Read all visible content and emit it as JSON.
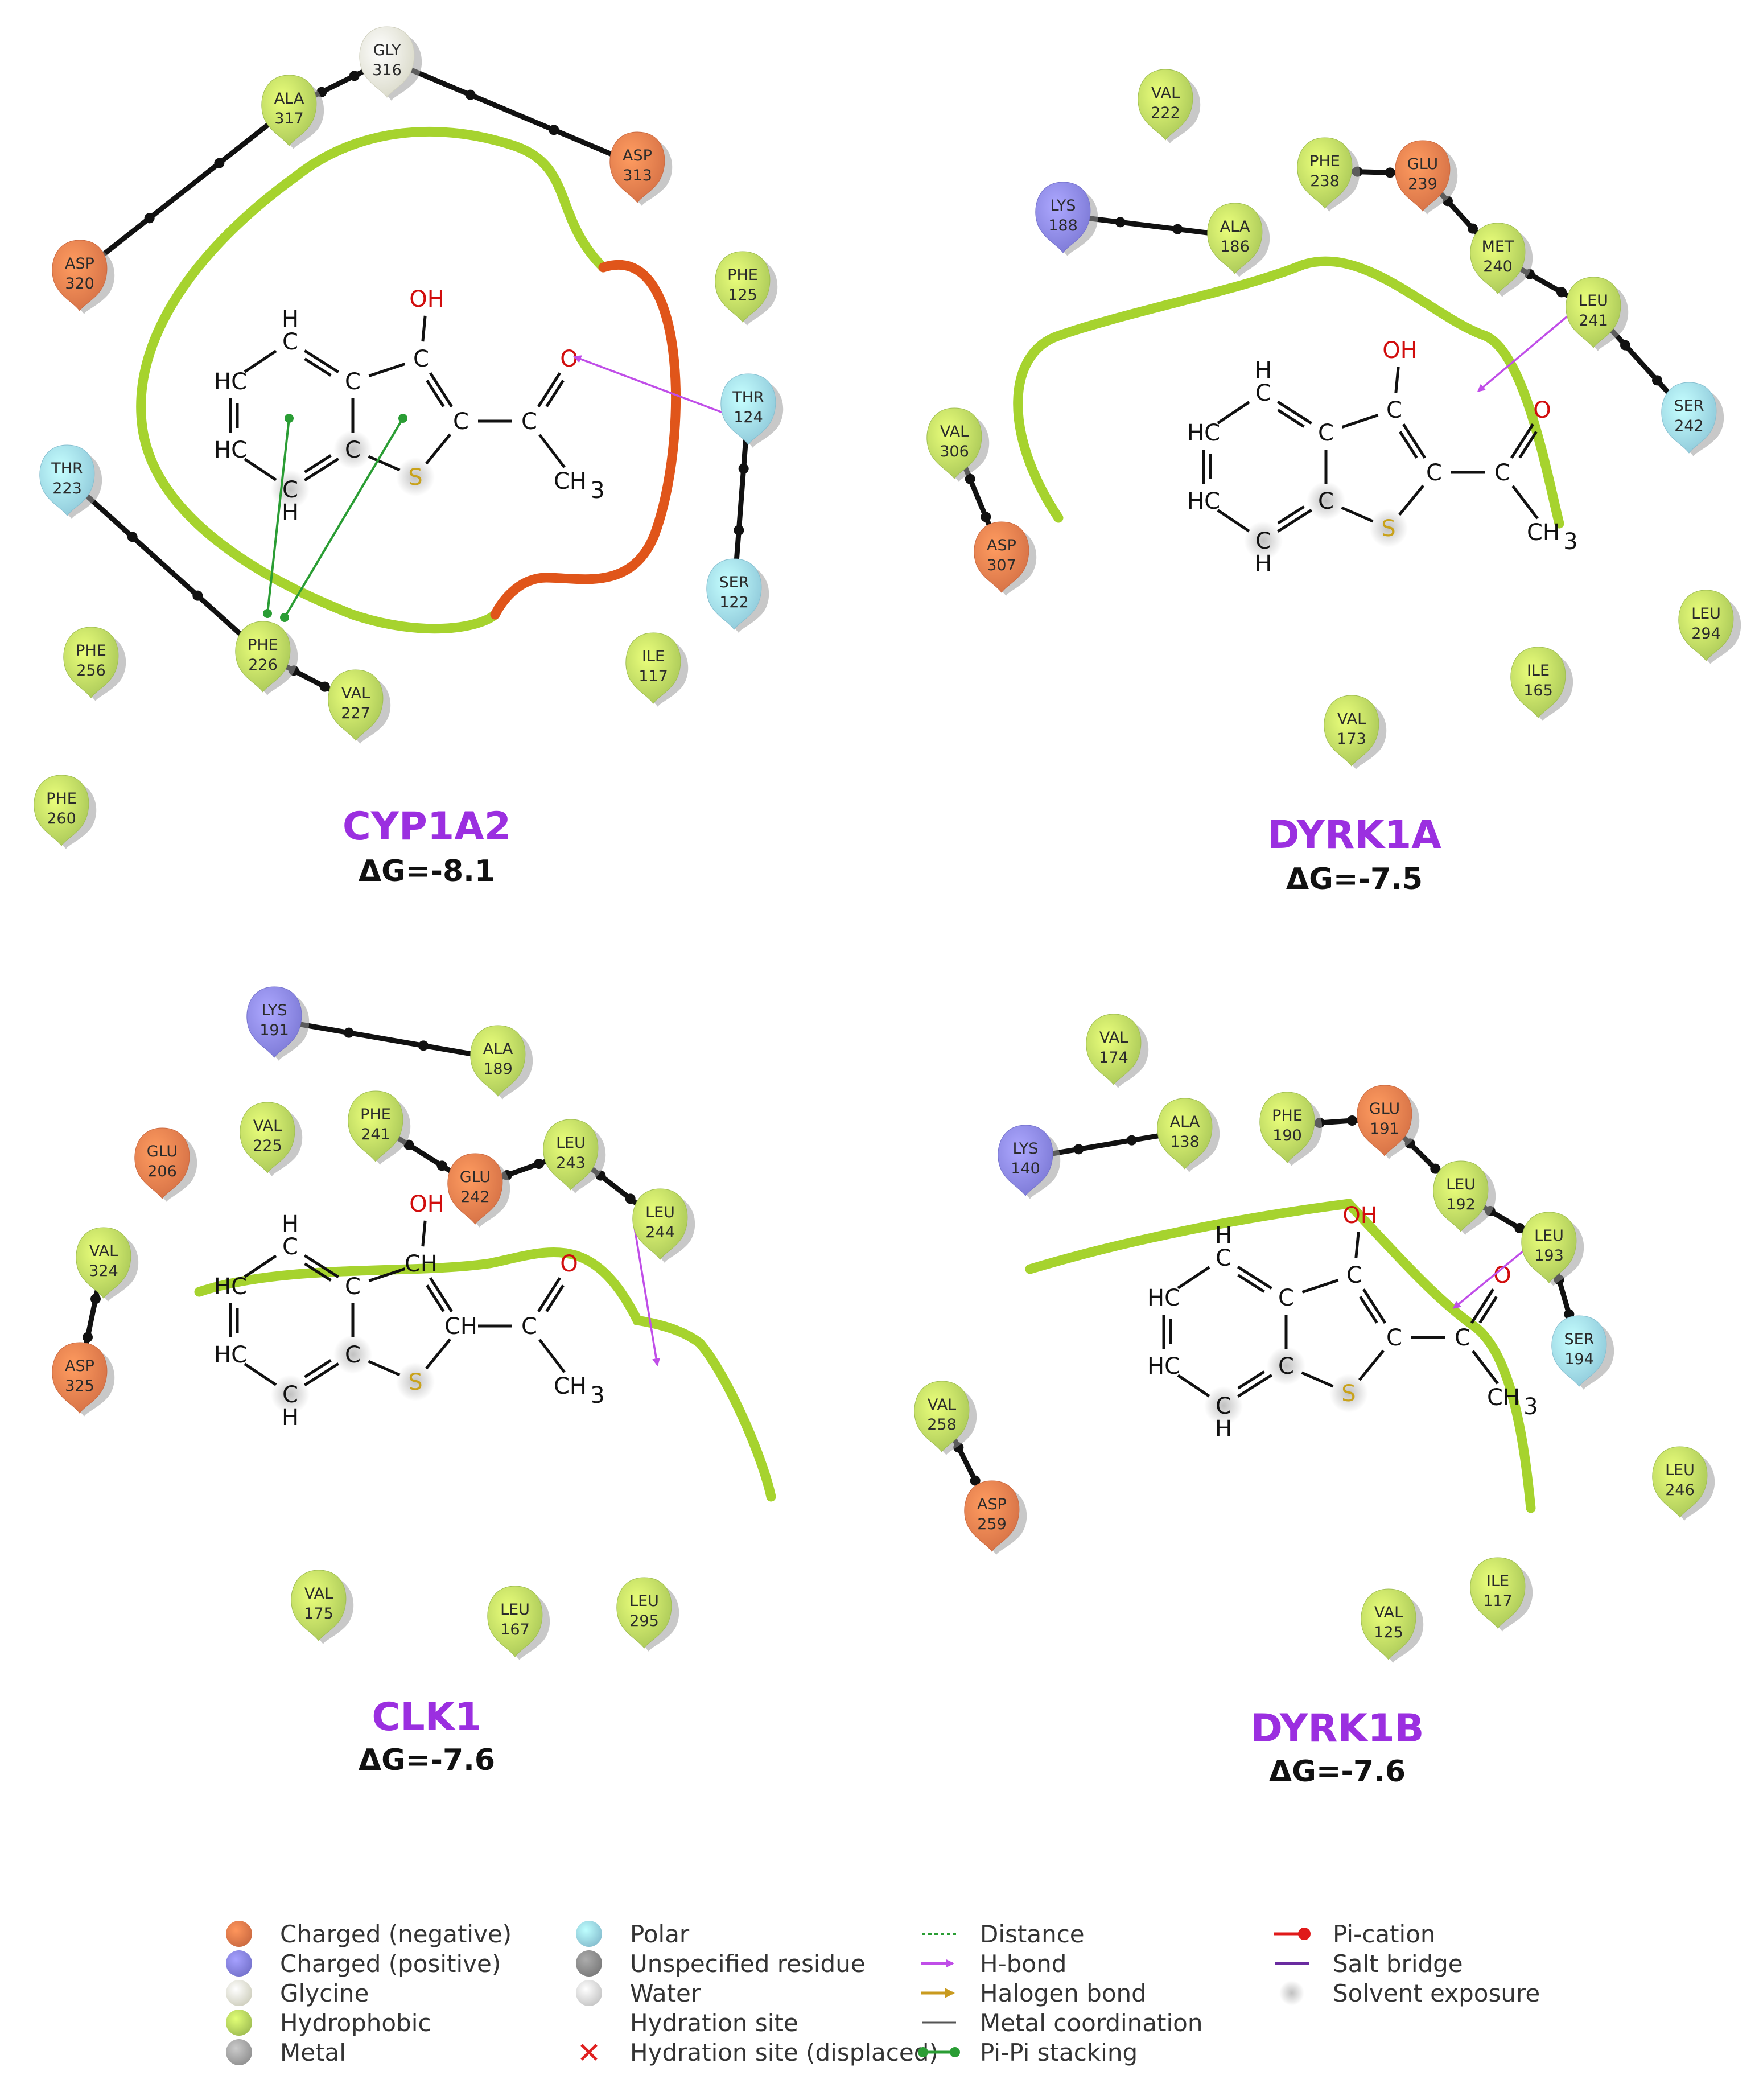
{
  "colors": {
    "negative": "#ef7d4d",
    "positive": "#8a86f0",
    "glycine": "#f3f3df",
    "hydrophobic": "#bcdf62",
    "polar": "#9ee0f4",
    "unspecified": "#8f8f8f",
    "water": "#e8e8e8",
    "metal": "#a9a9a9",
    "pocket": "#a6d32e",
    "pocket_exposed": "#e0551a",
    "hbond": "#c04ee8",
    "pipi": "#2a9d34"
  },
  "panels": [
    {
      "name": "CYP1A2",
      "dg": "ΔG=-8.1",
      "ligand": {
        "oh": "OH",
        "o": "O",
        "ch3": "CH",
        "ch3_sub": "3",
        "s": "S",
        "c2": "C",
        "c3": "C",
        "c1": "C",
        "h_top": "H",
        "hc1": "HC",
        "hc2": "HC",
        "h_bot": "H",
        "c3a": "C",
        "c7a": "C",
        "c4": "C",
        "c7": "C"
      },
      "residues": [
        {
          "name": "GLY",
          "num": "316",
          "type": "glycine"
        },
        {
          "name": "ALA",
          "num": "317",
          "type": "hydrophobic"
        },
        {
          "name": "ASP",
          "num": "313",
          "type": "negative"
        },
        {
          "name": "ASP",
          "num": "320",
          "type": "negative"
        },
        {
          "name": "PHE",
          "num": "125",
          "type": "hydrophobic"
        },
        {
          "name": "THR",
          "num": "124",
          "type": "polar"
        },
        {
          "name": "THR",
          "num": "223",
          "type": "polar"
        },
        {
          "name": "SER",
          "num": "122",
          "type": "polar"
        },
        {
          "name": "PHE",
          "num": "256",
          "type": "hydrophobic"
        },
        {
          "name": "PHE",
          "num": "226",
          "type": "hydrophobic"
        },
        {
          "name": "ILE",
          "num": "117",
          "type": "hydrophobic"
        },
        {
          "name": "VAL",
          "num": "227",
          "type": "hydrophobic"
        },
        {
          "name": "PHE",
          "num": "260",
          "type": "hydrophobic"
        }
      ]
    },
    {
      "name": "DYRK1A",
      "dg": "ΔG=-7.5",
      "ligand": {
        "oh": "OH",
        "o": "O",
        "ch3": "CH",
        "ch3_sub": "3",
        "s": "S",
        "c2": "C",
        "c3": "C",
        "c1": "C",
        "h_top": "H",
        "hc1": "HC",
        "hc2": "HC",
        "h_bot": "H",
        "c3a": "C",
        "c7a": "C",
        "c4": "C",
        "c7": "C"
      },
      "residues": [
        {
          "name": "VAL",
          "num": "222",
          "type": "hydrophobic"
        },
        {
          "name": "PHE",
          "num": "238",
          "type": "hydrophobic"
        },
        {
          "name": "GLU",
          "num": "239",
          "type": "negative"
        },
        {
          "name": "LYS",
          "num": "188",
          "type": "positive"
        },
        {
          "name": "ALA",
          "num": "186",
          "type": "hydrophobic"
        },
        {
          "name": "MET",
          "num": "240",
          "type": "hydrophobic"
        },
        {
          "name": "LEU",
          "num": "241",
          "type": "hydrophobic"
        },
        {
          "name": "SER",
          "num": "242",
          "type": "polar"
        },
        {
          "name": "VAL",
          "num": "306",
          "type": "hydrophobic"
        },
        {
          "name": "ASP",
          "num": "307",
          "type": "negative"
        },
        {
          "name": "LEU",
          "num": "294",
          "type": "hydrophobic"
        },
        {
          "name": "ILE",
          "num": "165",
          "type": "hydrophobic"
        },
        {
          "name": "VAL",
          "num": "173",
          "type": "hydrophobic"
        }
      ]
    },
    {
      "name": "CLK1",
      "dg": "ΔG=-7.6",
      "ligand": {
        "oh": "OH",
        "o": "O",
        "ch3": "CH",
        "ch3_sub": "3",
        "s": "S",
        "c2": "CH",
        "c3": "CH",
        "c1": "C",
        "h_top": "H",
        "hc1": "HC",
        "hc2": "HC",
        "h_bot": "H",
        "c3a": "C",
        "c7a": "C",
        "c4": "C",
        "c7": "C"
      },
      "residues": [
        {
          "name": "LYS",
          "num": "191",
          "type": "positive"
        },
        {
          "name": "ALA",
          "num": "189",
          "type": "hydrophobic"
        },
        {
          "name": "VAL",
          "num": "225",
          "type": "hydrophobic"
        },
        {
          "name": "PHE",
          "num": "241",
          "type": "hydrophobic"
        },
        {
          "name": "GLU",
          "num": "206",
          "type": "negative"
        },
        {
          "name": "GLU",
          "num": "242",
          "type": "negative"
        },
        {
          "name": "LEU",
          "num": "243",
          "type": "hydrophobic"
        },
        {
          "name": "LEU",
          "num": "244",
          "type": "hydrophobic"
        },
        {
          "name": "VAL",
          "num": "324",
          "type": "hydrophobic"
        },
        {
          "name": "ASP",
          "num": "325",
          "type": "negative"
        },
        {
          "name": "VAL",
          "num": "175",
          "type": "hydrophobic"
        },
        {
          "name": "LEU",
          "num": "167",
          "type": "hydrophobic"
        },
        {
          "name": "LEU",
          "num": "295",
          "type": "hydrophobic"
        }
      ]
    },
    {
      "name": "DYRK1B",
      "dg": "ΔG=-7.6",
      "ligand": {
        "oh": "OH",
        "o": "O",
        "ch3": "CH",
        "ch3_sub": "3",
        "s": "S",
        "c2": "C",
        "c3": "C",
        "c1": "C",
        "h_top": "H",
        "hc1": "HC",
        "hc2": "HC",
        "h_bot": "H",
        "c3a": "C",
        "c7a": "C",
        "c4": "C",
        "c7": "C"
      },
      "residues": [
        {
          "name": "VAL",
          "num": "174",
          "type": "hydrophobic"
        },
        {
          "name": "ALA",
          "num": "138",
          "type": "hydrophobic"
        },
        {
          "name": "PHE",
          "num": "190",
          "type": "hydrophobic"
        },
        {
          "name": "GLU",
          "num": "191",
          "type": "negative"
        },
        {
          "name": "LYS",
          "num": "140",
          "type": "positive"
        },
        {
          "name": "LEU",
          "num": "192",
          "type": "hydrophobic"
        },
        {
          "name": "LEU",
          "num": "193",
          "type": "hydrophobic"
        },
        {
          "name": "SER",
          "num": "194",
          "type": "polar"
        },
        {
          "name": "VAL",
          "num": "258",
          "type": "hydrophobic"
        },
        {
          "name": "ASP",
          "num": "259",
          "type": "negative"
        },
        {
          "name": "LEU",
          "num": "246",
          "type": "hydrophobic"
        },
        {
          "name": "ILE",
          "num": "117",
          "type": "hydrophobic"
        },
        {
          "name": "VAL",
          "num": "125",
          "type": "hydrophobic"
        }
      ]
    }
  ],
  "legend": [
    [
      {
        "label": "Charged (negative)",
        "symbol": "negative"
      },
      {
        "label": "Charged (positive)",
        "symbol": "positive"
      },
      {
        "label": "Glycine",
        "symbol": "glycine"
      },
      {
        "label": "Hydrophobic",
        "symbol": "hydrophobic"
      },
      {
        "label": "Metal",
        "symbol": "metal"
      }
    ],
    [
      {
        "label": "Polar",
        "symbol": "polar"
      },
      {
        "label": "Unspecified residue",
        "symbol": "unspecified"
      },
      {
        "label": "Water",
        "symbol": "water"
      },
      {
        "label": "Hydration site",
        "symbol": "hydration"
      },
      {
        "label": "Hydration site (displaced)",
        "symbol": "hydration-displaced"
      }
    ],
    [
      {
        "label": "Distance",
        "symbol": "distance"
      },
      {
        "label": "H-bond",
        "symbol": "hbond"
      },
      {
        "label": "Halogen bond",
        "symbol": "halogen"
      },
      {
        "label": "Metal coordination",
        "symbol": "metal-coord"
      },
      {
        "label": "Pi-Pi stacking",
        "symbol": "pipi"
      }
    ],
    [
      {
        "label": "Pi-cation",
        "symbol": "pication"
      },
      {
        "label": "Salt bridge",
        "symbol": "saltbridge"
      },
      {
        "label": "Solvent exposure",
        "symbol": "solvent"
      }
    ]
  ]
}
